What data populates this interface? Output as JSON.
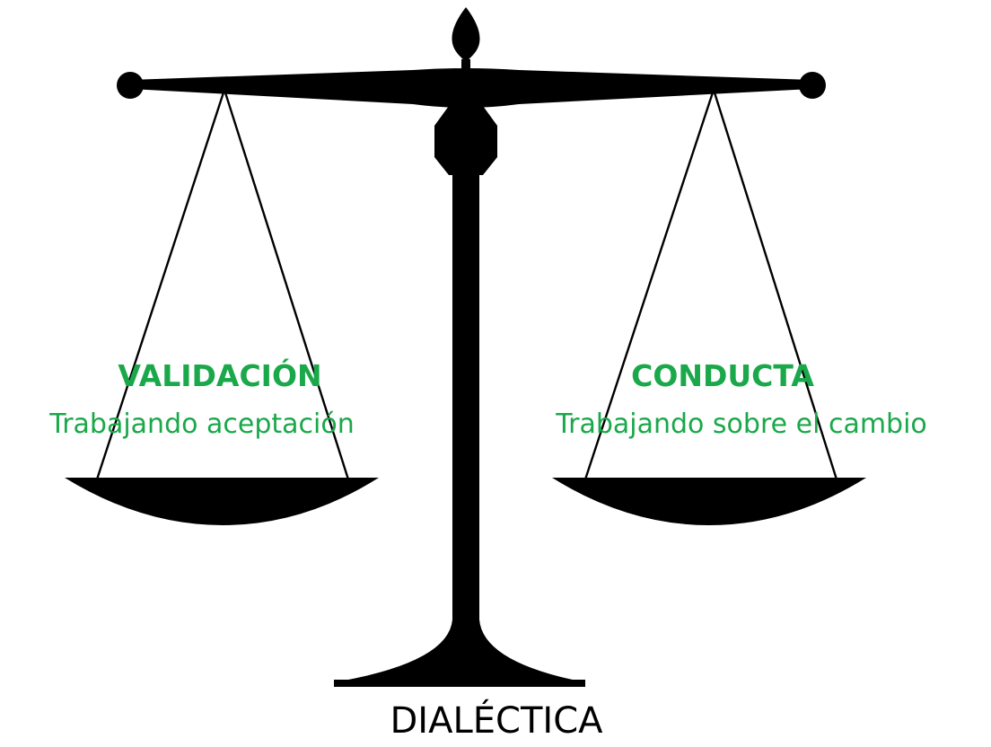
{
  "colors": {
    "ink": "#000000",
    "label_green": "#1aa84a",
    "background": "#ffffff"
  },
  "left_pan": {
    "heading": "VALIDACIÓN",
    "subtitle": "Trabajando aceptación"
  },
  "right_pan": {
    "heading": "CONDUCTA",
    "subtitle": "Trabajando sobre el cambio"
  },
  "base_label": "DIALÉCTICA"
}
